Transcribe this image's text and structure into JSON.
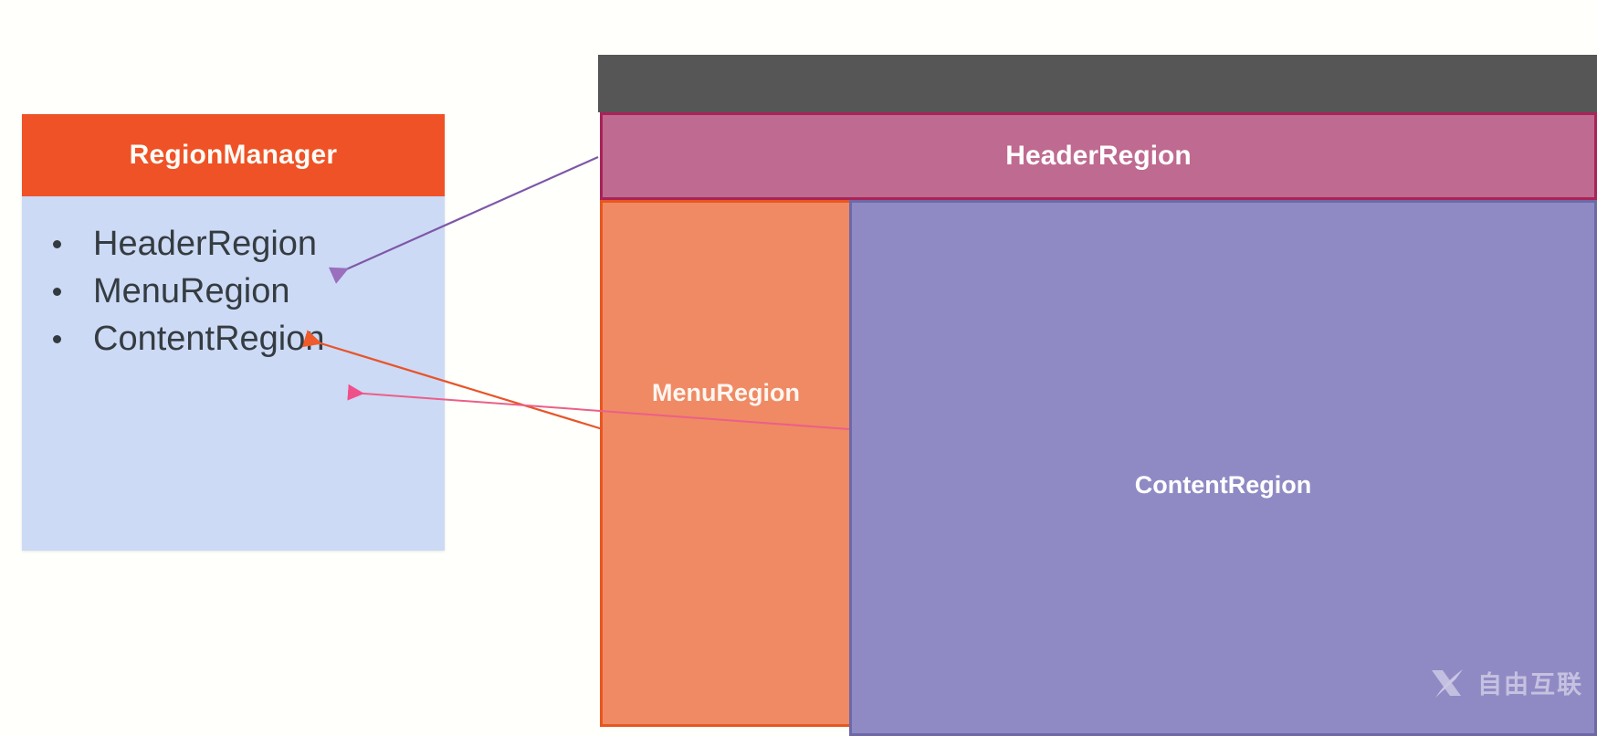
{
  "left_card": {
    "title": "RegionManager",
    "items": [
      {
        "label": "HeaderRegion"
      },
      {
        "label": "MenuRegion"
      },
      {
        "label": "ContentRegion"
      }
    ],
    "header_color": "#ef5226",
    "body_color": "#ccdaf5",
    "title_color": "#fdfcf7",
    "item_color": "#353c41"
  },
  "mockup": {
    "titlebar": {
      "label": "",
      "color": "#565656"
    },
    "regions": [
      {
        "name": "HeaderRegion",
        "label": "HeaderRegion",
        "fill": "#bf6a90",
        "border": "#a92357",
        "text_color": "#ffffff"
      },
      {
        "name": "MenuRegion",
        "label": "MenuRegion",
        "fill": "#ef8a64",
        "border": "#e8561f",
        "text_color": "#fdf6f1"
      },
      {
        "name": "ContentRegion",
        "label": "ContentRegion",
        "fill": "#8f8ac4",
        "border": "#6f68a8",
        "text_color": "#ffffff"
      }
    ]
  },
  "connectors": [
    {
      "name": "header-connector",
      "color": "#7e57a8",
      "from_label": "HeaderRegion",
      "to_label": "HeaderRegion"
    },
    {
      "name": "menu-connector",
      "color": "#e8542a",
      "from_label": "MenuRegion",
      "to_label": "MenuRegion"
    },
    {
      "name": "content-connector",
      "color": "#ec5f87",
      "from_label": "ContentRegion",
      "to_label": "ContentRegion"
    }
  ],
  "watermark": {
    "logo": "x-logo-icon",
    "text": "自由互联",
    "color": "#e6e4f2"
  }
}
